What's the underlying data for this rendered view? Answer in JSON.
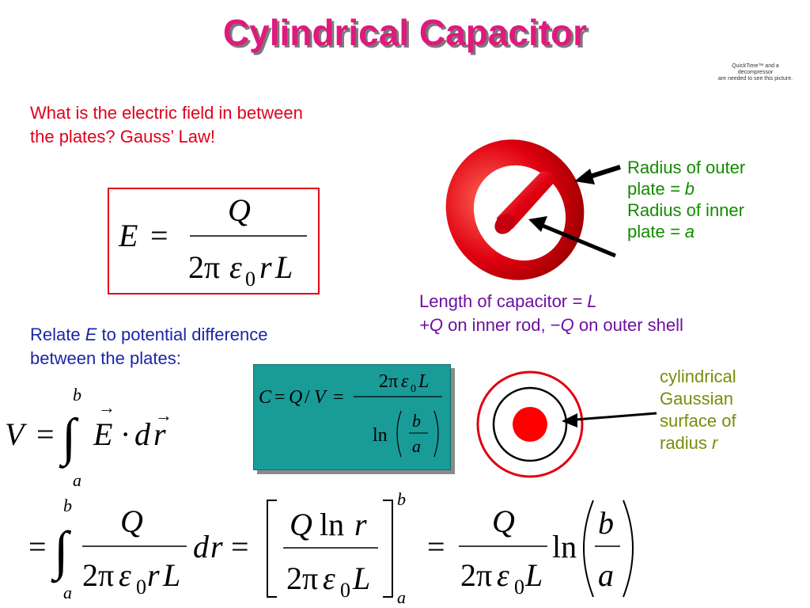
{
  "slide": {
    "title": "Cylindrical Capacitor",
    "quicktime_notice": [
      "QuickTime™ and a",
      "decompressor",
      "are needed to see this picture."
    ],
    "question": [
      "What is the electric field in between",
      "the plates? Gauss’ Law!"
    ],
    "relate": {
      "prefix": "Relate ",
      "var": "E",
      "suffix": " to potential difference",
      "line2": "between the plates:"
    },
    "labels_green": {
      "outer_text": "Radius of outer",
      "outer_line2": "plate ",
      "outer_eq": "= ",
      "outer_var": "b",
      "inner_text": "Radius of inner",
      "inner_line2": "plate ",
      "inner_eq": "= ",
      "inner_var": "a"
    },
    "labels_purple": {
      "length_text": "Length of capacitor ",
      "length_eq": "= ",
      "length_var": "L",
      "charge_plus": "+",
      "charge_q1": "Q",
      "charge_mid": " on inner rod, −",
      "charge_q2": "Q",
      "charge_end": " on outer shell"
    },
    "labels_olive": {
      "l1": "cylindrical",
      "l2": "Gaussian",
      "l3": "surface of",
      "l4_text": "radius ",
      "l4_var": "r"
    },
    "equations": {
      "E_lhs": "E",
      "eq": "=",
      "Q": "Q",
      "two_pi": "2π",
      "eps": "ε",
      "zero": "0",
      "r": "r",
      "L": "L",
      "C": "C",
      "slash": "/",
      "V": "V",
      "ln": "ln",
      "b": "b",
      "a": "a",
      "integral": "∫",
      "dot": "·",
      "d": "d",
      "arrow": "→"
    },
    "colors": {
      "title": "#e0197d",
      "question": "#e0001b",
      "relate": "#1a26a6",
      "green_labels": "#138a00",
      "purple_labels": "#6e0f9f",
      "olive_labels": "#7b8b08",
      "teal_box": "#199b97",
      "capacitor_red": "#e00010"
    }
  }
}
